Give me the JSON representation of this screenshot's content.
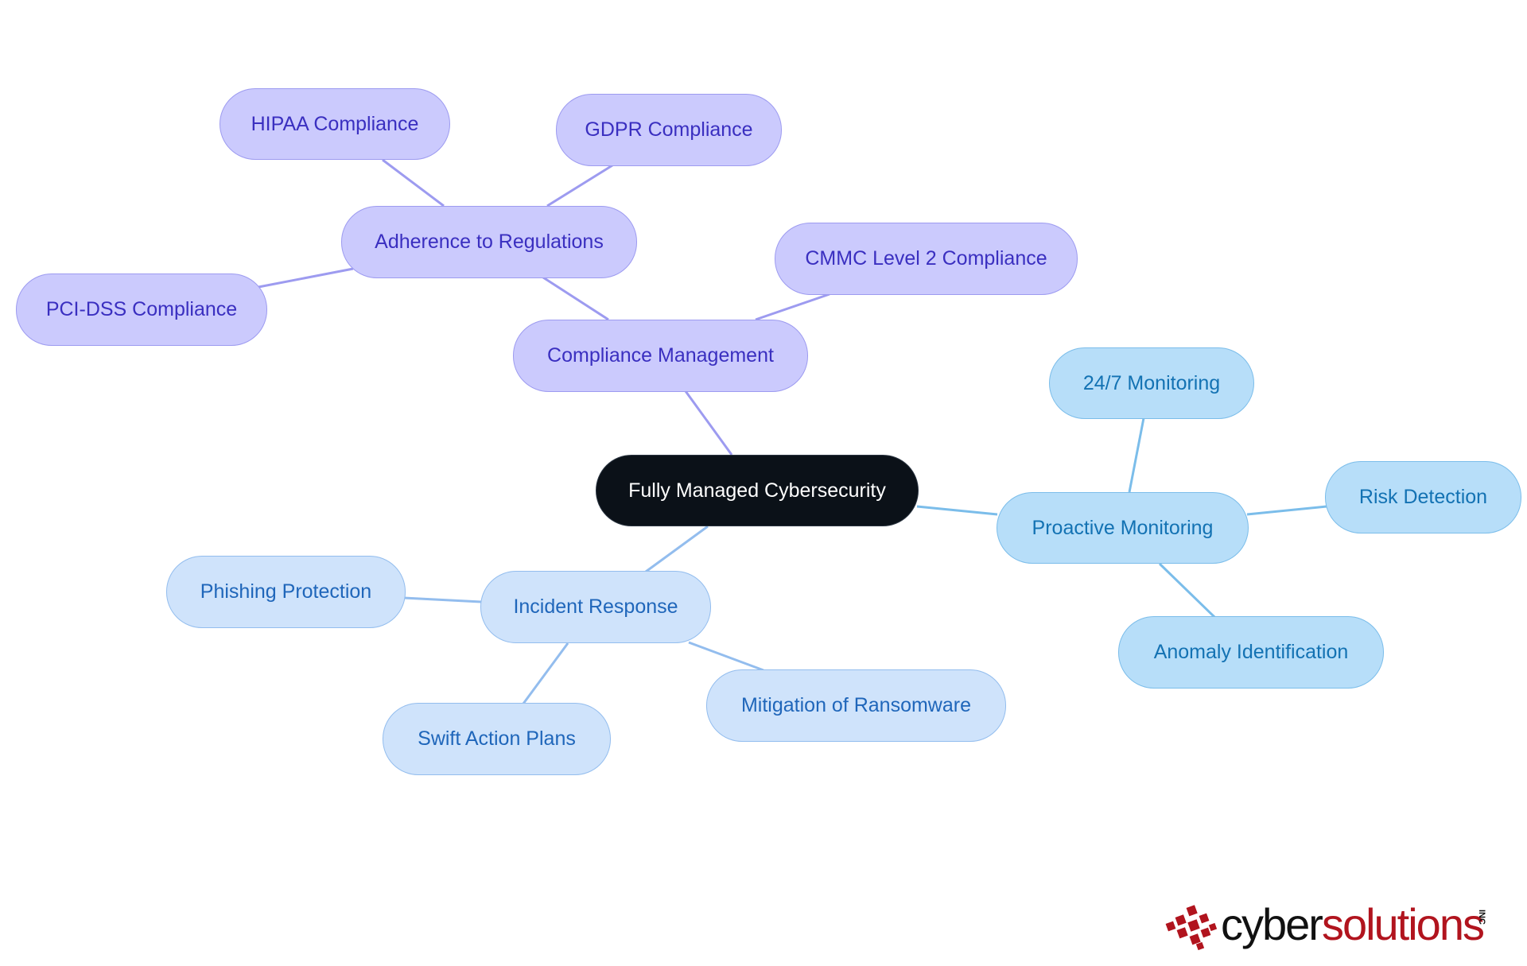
{
  "diagram": {
    "root": "Fully Managed Cybersecurity",
    "branches": {
      "compliance_management": "Compliance Management",
      "adherence_to_regulations": "Adherence to Regulations",
      "hipaa": "HIPAA Compliance",
      "gdpr": "GDPR Compliance",
      "pci_dss": "PCI-DSS Compliance",
      "cmmc": "CMMC Level 2 Compliance",
      "proactive_monitoring": "Proactive Monitoring",
      "monitoring_247": "24/7 Monitoring",
      "risk_detection": "Risk Detection",
      "anomaly_identification": "Anomaly Identification",
      "incident_response": "Incident Response",
      "phishing_protection": "Phishing Protection",
      "swift_action_plans": "Swift Action Plans",
      "mitigation_of_ransomware": "Mitigation of Ransomware"
    }
  },
  "logo": {
    "part1": "cyber",
    "part2": "solutions",
    "suffix": "INC"
  },
  "colors": {
    "root_fill": "#0b1118",
    "compliance_fill": "#cbcafd",
    "compliance_text": "#3a2fc0",
    "monitoring_fill": "#b7def9",
    "monitoring_text": "#1372b3",
    "incident_fill": "#cfe3fb",
    "incident_text": "#1f66ba",
    "logo_red": "#b1141e"
  }
}
